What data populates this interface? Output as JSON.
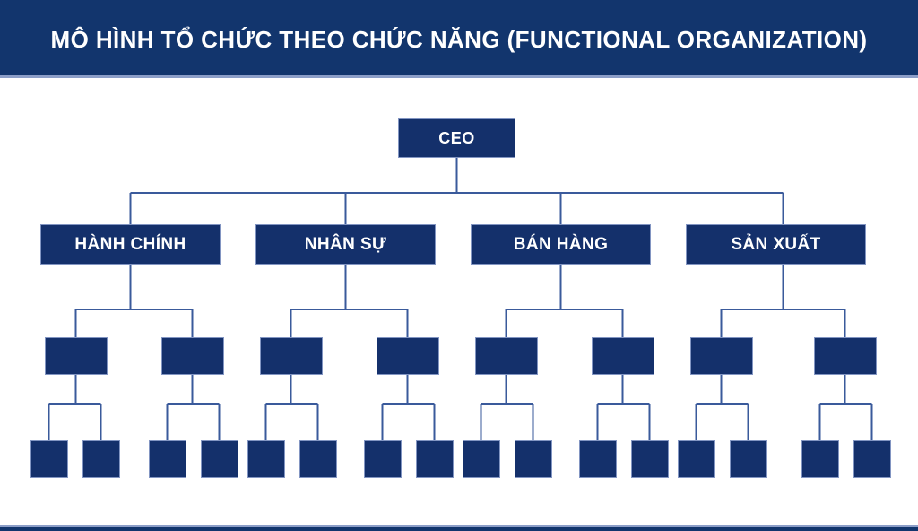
{
  "header": {
    "title": "MÔ HÌNH TỔ CHỨC THEO CHỨC NĂNG (FUNCTIONAL ORGANIZATION)",
    "background_color": "#12356d",
    "text_color": "#ffffff"
  },
  "colors": {
    "box_fill": "#14306b",
    "box_border": "#8295c2",
    "connector": "#3a5a9b",
    "page_background": "#ffffff",
    "accent_rule": "#8c9ec8"
  },
  "chart_data": {
    "type": "diagram",
    "diagram_kind": "organization-chart",
    "title": "MÔ HÌNH TỔ CHỨC THEO CHỨC NĂNG (FUNCTIONAL ORGANIZATION)",
    "levels": 4,
    "node_counts": {
      "level_1": 1,
      "level_2": 4,
      "level_3": 8,
      "level_4": 16
    },
    "root": {
      "id": "ceo",
      "label": "CEO",
      "level": 1
    },
    "departments": [
      {
        "id": "dept-1",
        "label": "HÀNH CHÍNH",
        "level": 2
      },
      {
        "id": "dept-2",
        "label": "NHÂN SỰ",
        "level": 2
      },
      {
        "id": "dept-3",
        "label": "BÁN HÀNG",
        "level": 2
      },
      {
        "id": "dept-4",
        "label": "SẢN XUẤT",
        "level": 2
      }
    ],
    "units": [
      {
        "id": "unit-1-1",
        "parent": "dept-1",
        "label": "",
        "level": 3
      },
      {
        "id": "unit-1-2",
        "parent": "dept-1",
        "label": "",
        "level": 3
      },
      {
        "id": "unit-2-1",
        "parent": "dept-2",
        "label": "",
        "level": 3
      },
      {
        "id": "unit-2-2",
        "parent": "dept-2",
        "label": "",
        "level": 3
      },
      {
        "id": "unit-3-1",
        "parent": "dept-3",
        "label": "",
        "level": 3
      },
      {
        "id": "unit-3-2",
        "parent": "dept-3",
        "label": "",
        "level": 3
      },
      {
        "id": "unit-4-1",
        "parent": "dept-4",
        "label": "",
        "level": 3
      },
      {
        "id": "unit-4-2",
        "parent": "dept-4",
        "label": "",
        "level": 3
      }
    ],
    "subunits": [
      {
        "id": "sub-1-1-a",
        "parent": "unit-1-1",
        "label": "",
        "level": 4
      },
      {
        "id": "sub-1-1-b",
        "parent": "unit-1-1",
        "label": "",
        "level": 4
      },
      {
        "id": "sub-1-2-a",
        "parent": "unit-1-2",
        "label": "",
        "level": 4
      },
      {
        "id": "sub-1-2-b",
        "parent": "unit-1-2",
        "label": "",
        "level": 4
      },
      {
        "id": "sub-2-1-a",
        "parent": "unit-2-1",
        "label": "",
        "level": 4
      },
      {
        "id": "sub-2-1-b",
        "parent": "unit-2-1",
        "label": "",
        "level": 4
      },
      {
        "id": "sub-2-2-a",
        "parent": "unit-2-2",
        "label": "",
        "level": 4
      },
      {
        "id": "sub-2-2-b",
        "parent": "unit-2-2",
        "label": "",
        "level": 4
      },
      {
        "id": "sub-3-1-a",
        "parent": "unit-3-1",
        "label": "",
        "level": 4
      },
      {
        "id": "sub-3-1-b",
        "parent": "unit-3-1",
        "label": "",
        "level": 4
      },
      {
        "id": "sub-3-2-a",
        "parent": "unit-3-2",
        "label": "",
        "level": 4
      },
      {
        "id": "sub-3-2-b",
        "parent": "unit-3-2",
        "label": "",
        "level": 4
      },
      {
        "id": "sub-4-1-a",
        "parent": "unit-4-1",
        "label": "",
        "level": 4
      },
      {
        "id": "sub-4-1-b",
        "parent": "unit-4-1",
        "label": "",
        "level": 4
      },
      {
        "id": "sub-4-2-a",
        "parent": "unit-4-2",
        "label": "",
        "level": 4
      },
      {
        "id": "sub-4-2-b",
        "parent": "unit-4-2",
        "label": "",
        "level": 4
      }
    ]
  }
}
